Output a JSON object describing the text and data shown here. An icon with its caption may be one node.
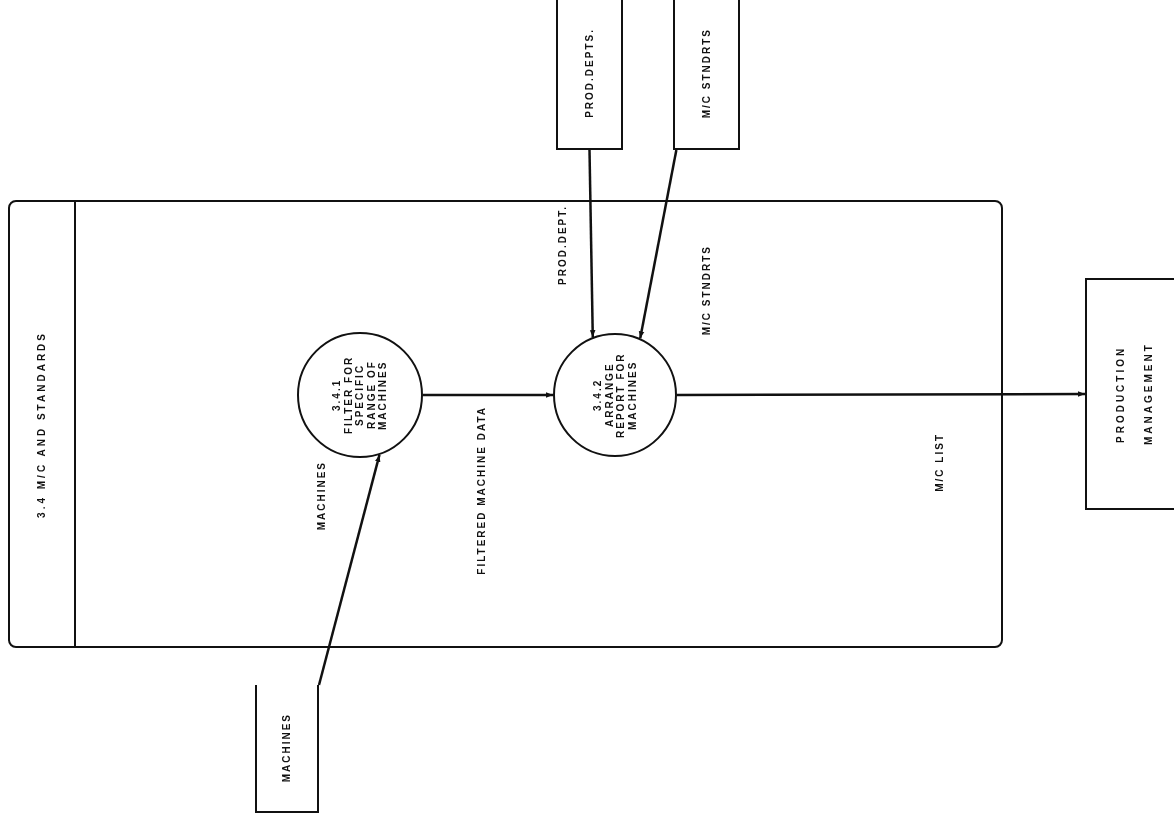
{
  "diagram": {
    "nodes": [
      {
        "text": [
          "3.4 M/C AND STANDARDS"
        ]
      },
      {
        "text": [
          "3.4.1",
          "FILTER FOR SPECIFIC RANGE OF MACHINES"
        ],
        "in": 0
      },
      {
        "text": [
          "3.4.2",
          "ARRANGE REPORT FOR MACHINES"
        ],
        "in": 0
      },
      {
        "text": [
          "MACHINES"
        ]
      },
      {
        "text": [
          "PROD.DEPTS."
        ]
      },
      {
        "text": [
          "M/C STNDRTS"
        ]
      },
      {
        "text": [
          "PRODUCTION MANAGEMENT"
        ]
      }
    ],
    "edges": [
      {
        "from": 3,
        "to": 1,
        "arrow": "to",
        "label": "MACHINES"
      },
      {
        "from": 1,
        "to": 2,
        "arrow": "to",
        "label": "FILTERED MACHINE DATA"
      },
      {
        "from": 4,
        "to": 2,
        "arrow": "to",
        "label": "PROD.DEPT."
      },
      {
        "from": 5,
        "to": 2,
        "arrow": "to",
        "label": "M/C STNDRTS"
      },
      {
        "from": 2,
        "to": 6,
        "arrow": "to",
        "label": "M/C LIST"
      }
    ]
  }
}
